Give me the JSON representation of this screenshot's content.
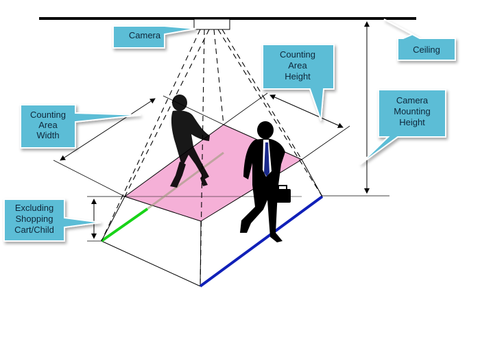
{
  "callouts": {
    "camera": "Camera",
    "ceiling": "Ceiling",
    "counting_area_height": [
      "Counting",
      "Area",
      "Height"
    ],
    "counting_area_width": [
      "Counting",
      "Area",
      "Width"
    ],
    "camera_mounting_height": [
      "Camera",
      "Mounting",
      "Height"
    ],
    "excluding": [
      "Excluding",
      "Shopping",
      "Cart/Child"
    ]
  },
  "colors": {
    "callout_fill": "#5bbdd6",
    "callout_stroke": "#ffffff",
    "counting_area": "#f4a7d3",
    "entry_line": "#18d318",
    "exit_line": "#1020b8",
    "silhouette": "#000000",
    "tie": "#1a2a8c"
  },
  "icons": {
    "camera": "ceiling-camera-icon",
    "person_left": "walking-person-silhouette",
    "person_right": "businessman-with-briefcase-silhouette"
  }
}
